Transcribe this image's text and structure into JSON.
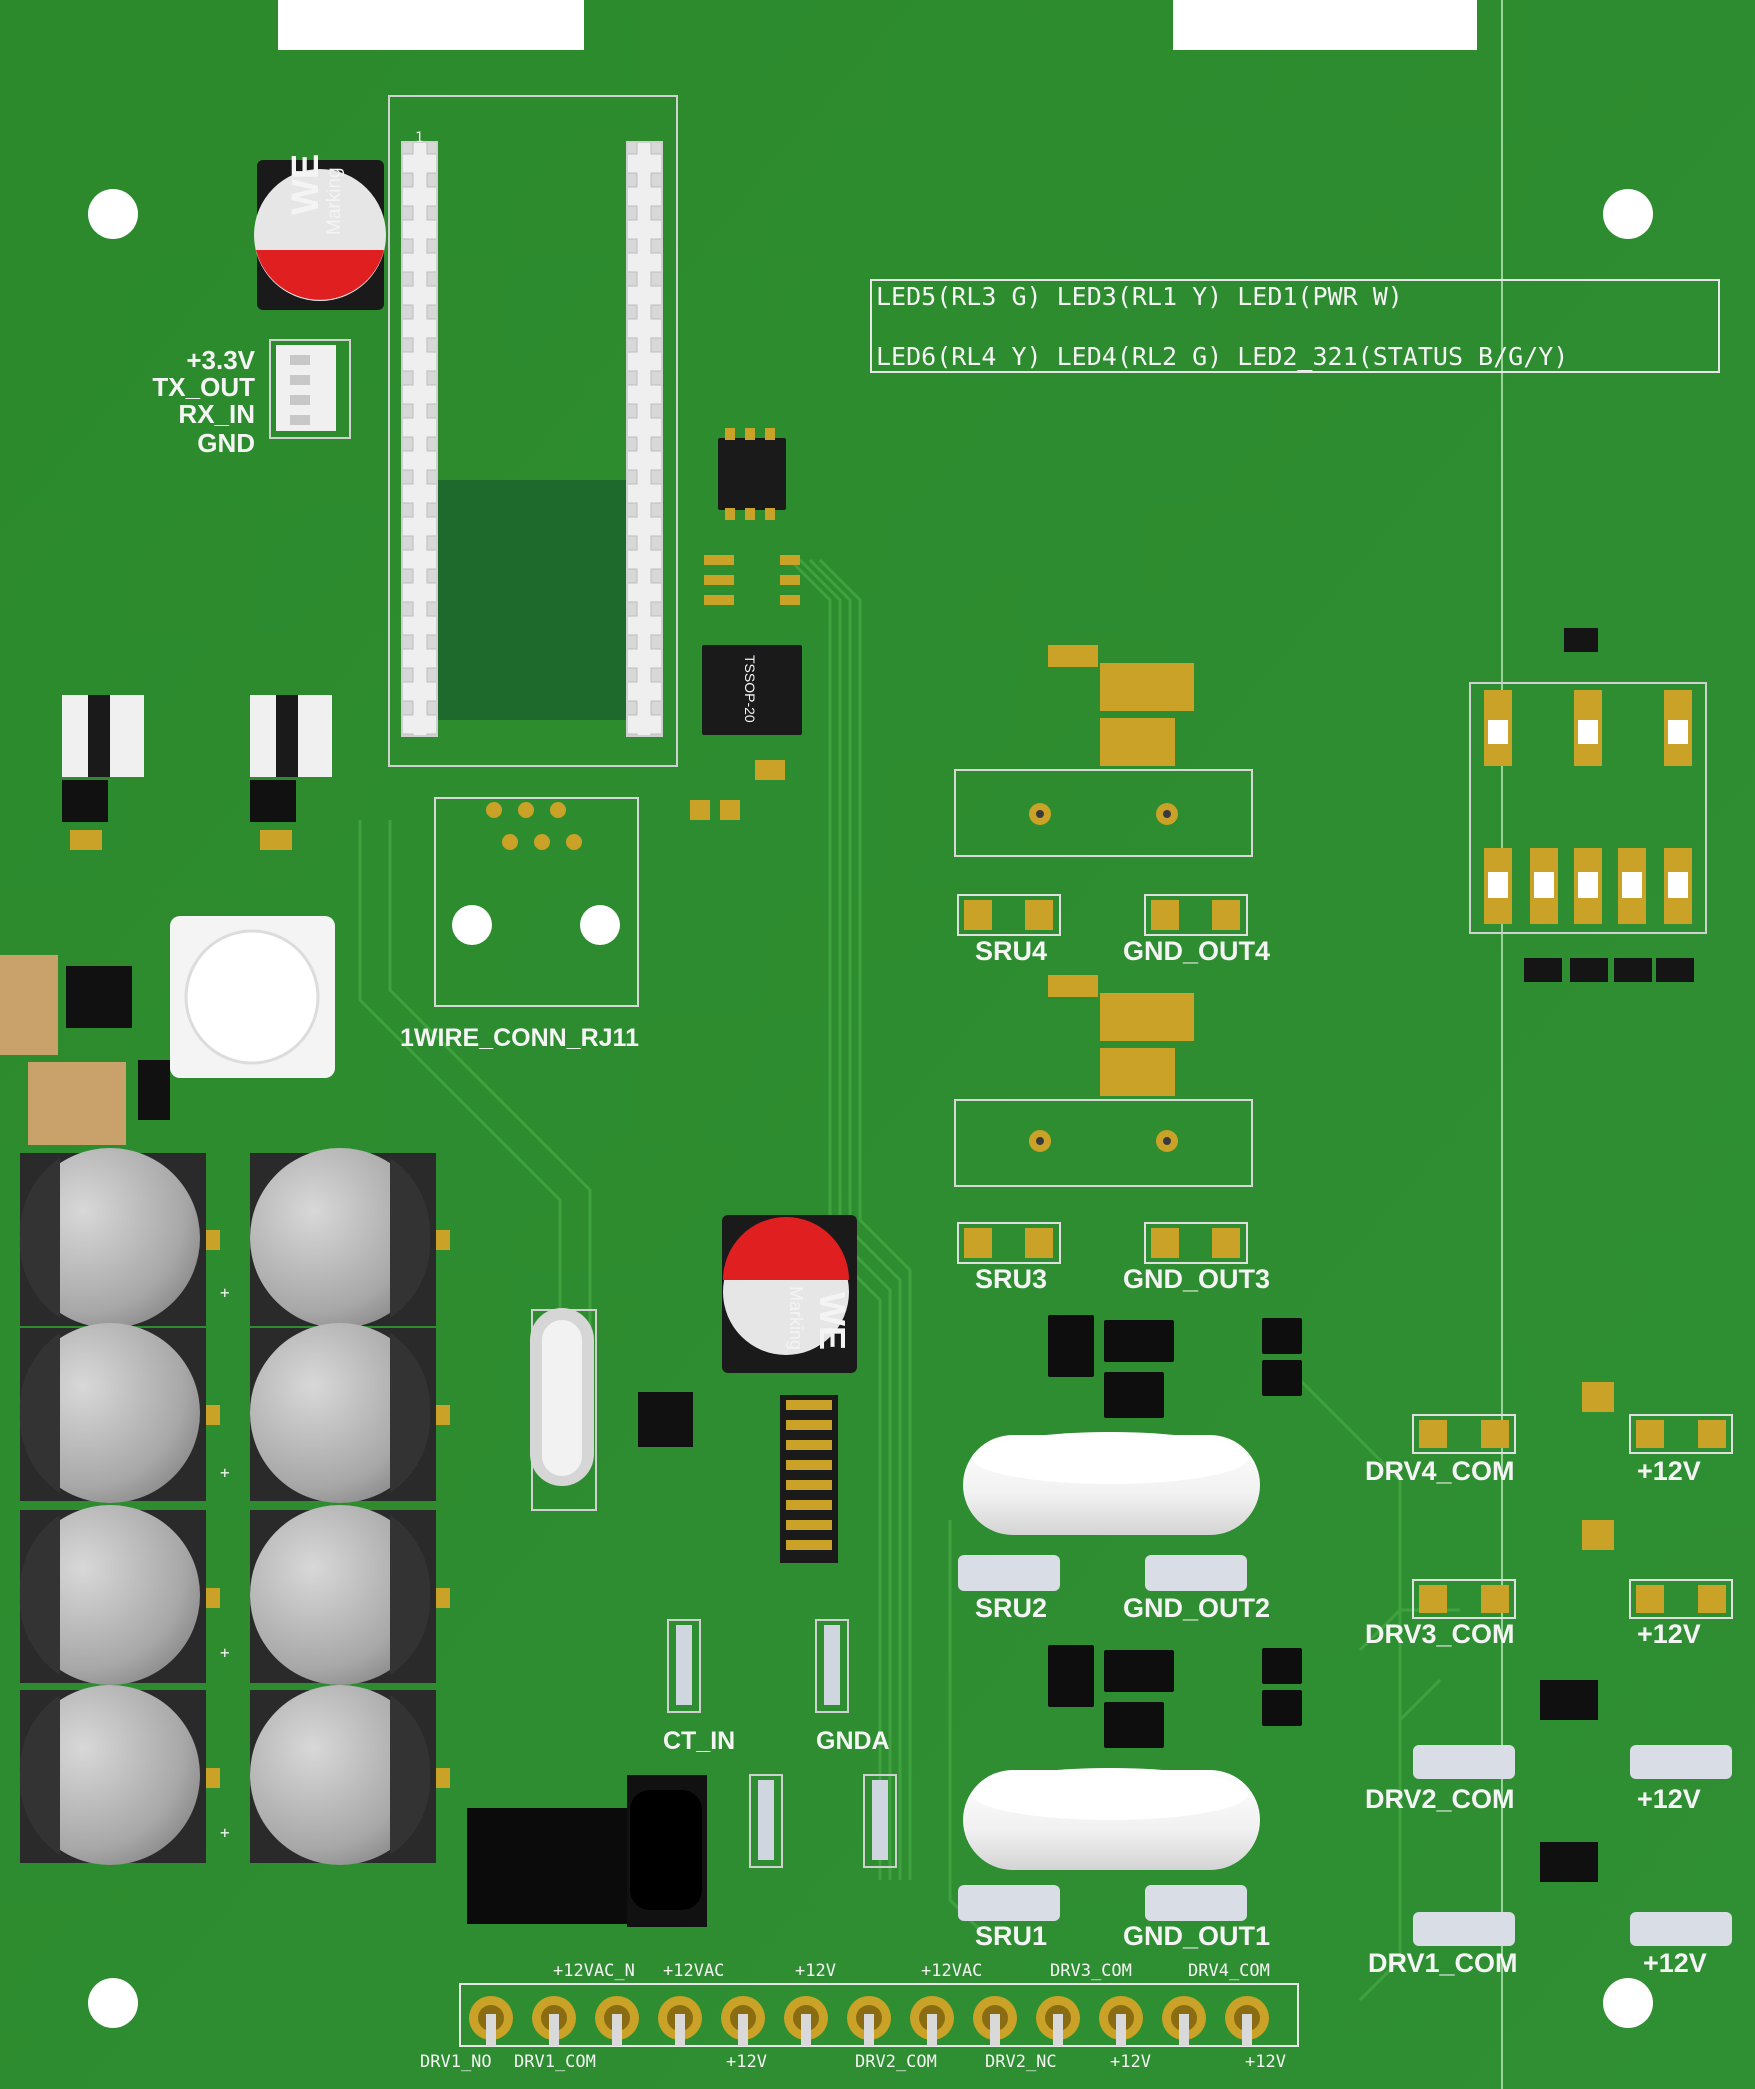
{
  "board": {
    "uart_pins": [
      "+3.3V",
      "TX_OUT",
      "RX_IN",
      "GND"
    ],
    "pin1_label": "1",
    "led_row1": "LED5(RL3 G) LED3(RL1 Y) LED1(PWR W)",
    "led_row2": "LED6(RL4 Y) LED4(RL2 G) LED2_321(STATUS B/G/Y)",
    "cap_marking": "Marking",
    "cap_logo": "WE",
    "ic_tssop": "TSSOP-20",
    "rj11_label": "1WIRE_CONN_RJ11",
    "sru": [
      "SRU4",
      "SRU3",
      "SRU2",
      "SRU1"
    ],
    "gnd_out": [
      "GND_OUT4",
      "GND_OUT3",
      "GND_OUT2",
      "GND_OUT1"
    ],
    "drv_com": [
      "DRV4_COM",
      "DRV3_COM",
      "DRV2_COM",
      "DRV1_COM"
    ],
    "plus12v": "+12V",
    "ct_in": "CT_IN",
    "gnda": "GNDA",
    "terminal_top": [
      "+12VAC_N",
      "+12VAC",
      "+12V",
      "+12VAC",
      "DRV3_COM",
      "DRV4_COM"
    ],
    "terminal_bottom": [
      "DRV1_NO",
      "DRV1_COM",
      "+12V",
      "DRV2_COM",
      "DRV2_NC",
      "+12V",
      "+12V"
    ],
    "polarity_plus": "+"
  },
  "colors": {
    "pcb": "#2e8b2e",
    "pcb_dark": "#1f6b28",
    "silk": "#f4f4f4",
    "pad": "#c9a227",
    "cap_red": "#e02020"
  }
}
